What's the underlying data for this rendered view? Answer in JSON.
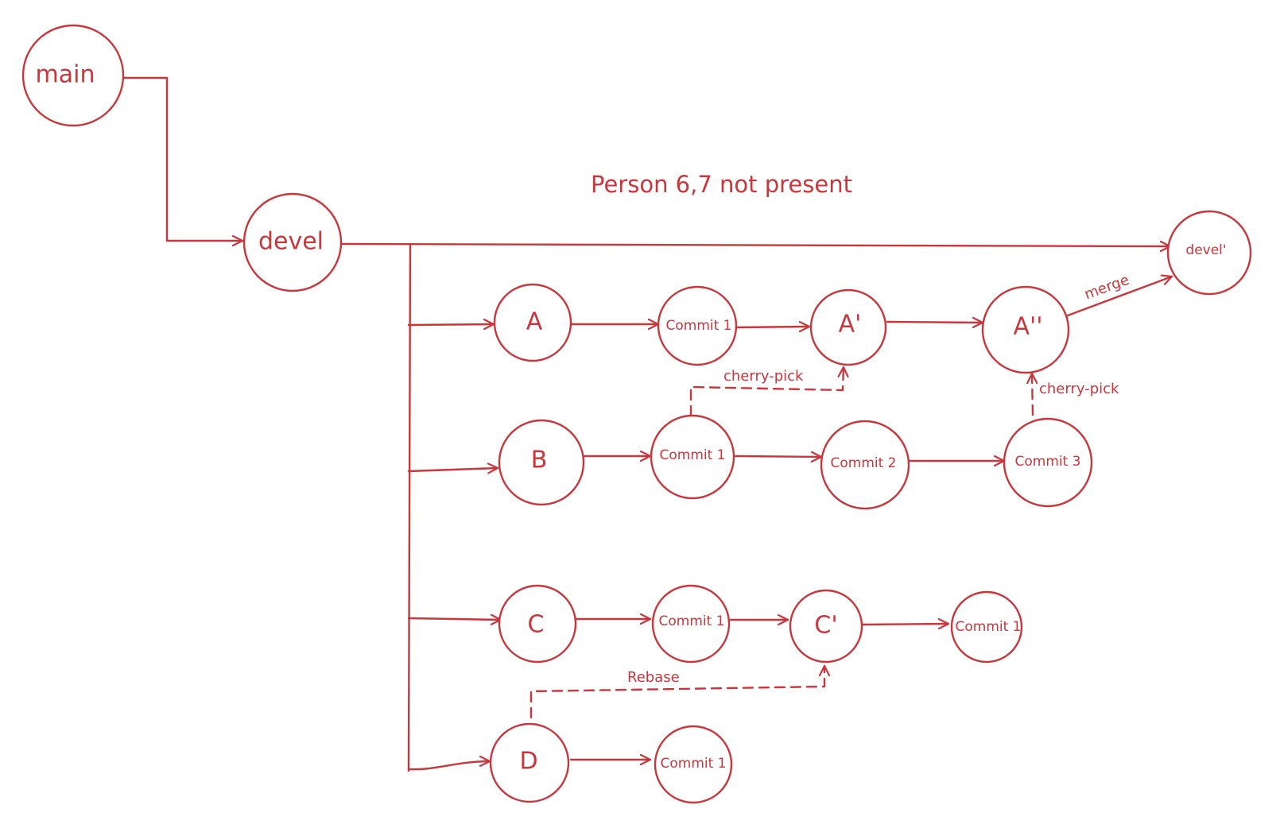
{
  "diagram": {
    "note": "Person 6,7 not present",
    "nodes": {
      "main": "main",
      "devel": "devel",
      "devel_prime": "devel'",
      "a": "A",
      "a_commit1": "Commit 1",
      "a_prime": "A'",
      "a_double_prime": "A''",
      "b": "B",
      "b_commit1": "Commit 1",
      "b_commit2": "Commit 2",
      "b_commit3": "Commit 3",
      "c": "C",
      "c_commit1": "Commit 1",
      "c_prime": "C'",
      "c_prime_commit1": "Commit 1",
      "d": "D",
      "d_commit1": "Commit 1"
    },
    "edge_labels": {
      "merge": "merge",
      "cherry_pick_1": "cherry-pick",
      "cherry_pick_2": "cherry-pick",
      "rebase": "Rebase"
    },
    "color": "#c8373c"
  }
}
